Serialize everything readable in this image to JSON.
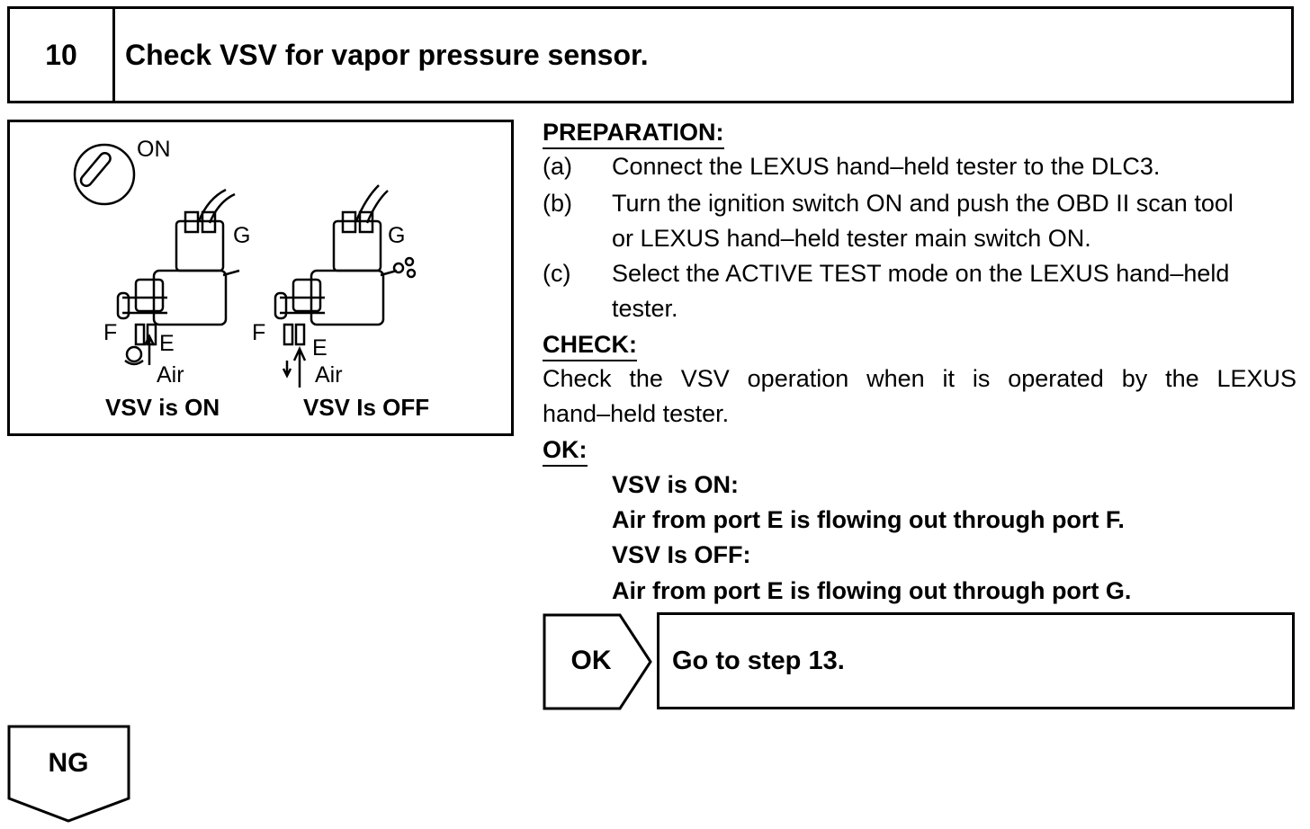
{
  "step": {
    "number": "10",
    "title": "Check VSV for vapor pressure sensor."
  },
  "figure": {
    "ignition_label": "ON",
    "left": {
      "port_g": "G",
      "port_f": "F",
      "port_e": "E",
      "air": "Air",
      "caption": "VSV is ON"
    },
    "right": {
      "port_g": "G",
      "port_f": "F",
      "port_e": "E",
      "air": "Air",
      "caption": "VSV Is OFF"
    }
  },
  "preparation": {
    "heading": "PREPARATION:",
    "items": [
      {
        "label": "(a)",
        "lines": [
          "Connect the LEXUS hand–held tester to the DLC3."
        ]
      },
      {
        "label": "(b)",
        "lines": [
          "Turn the ignition switch ON and push the OBD II scan tool",
          "or LEXUS hand–held tester main switch ON."
        ]
      },
      {
        "label": "(c)",
        "lines": [
          "Select the ACTIVE TEST mode on the LEXUS hand–held",
          "tester."
        ]
      }
    ]
  },
  "check": {
    "heading": "CHECK:",
    "lines": [
      "Check the VSV operation when it is operated by the LEXUS",
      "hand–held tester."
    ]
  },
  "ok_spec": {
    "heading": "OK:",
    "lines": [
      "VSV is ON:",
      "Air from port E is flowing out through port F.",
      "VSV Is OFF:",
      "Air from port E is flowing out through port G."
    ]
  },
  "ok_result": {
    "label": "OK",
    "action": "Go to step 13."
  },
  "ng_result": {
    "label": "NG"
  }
}
